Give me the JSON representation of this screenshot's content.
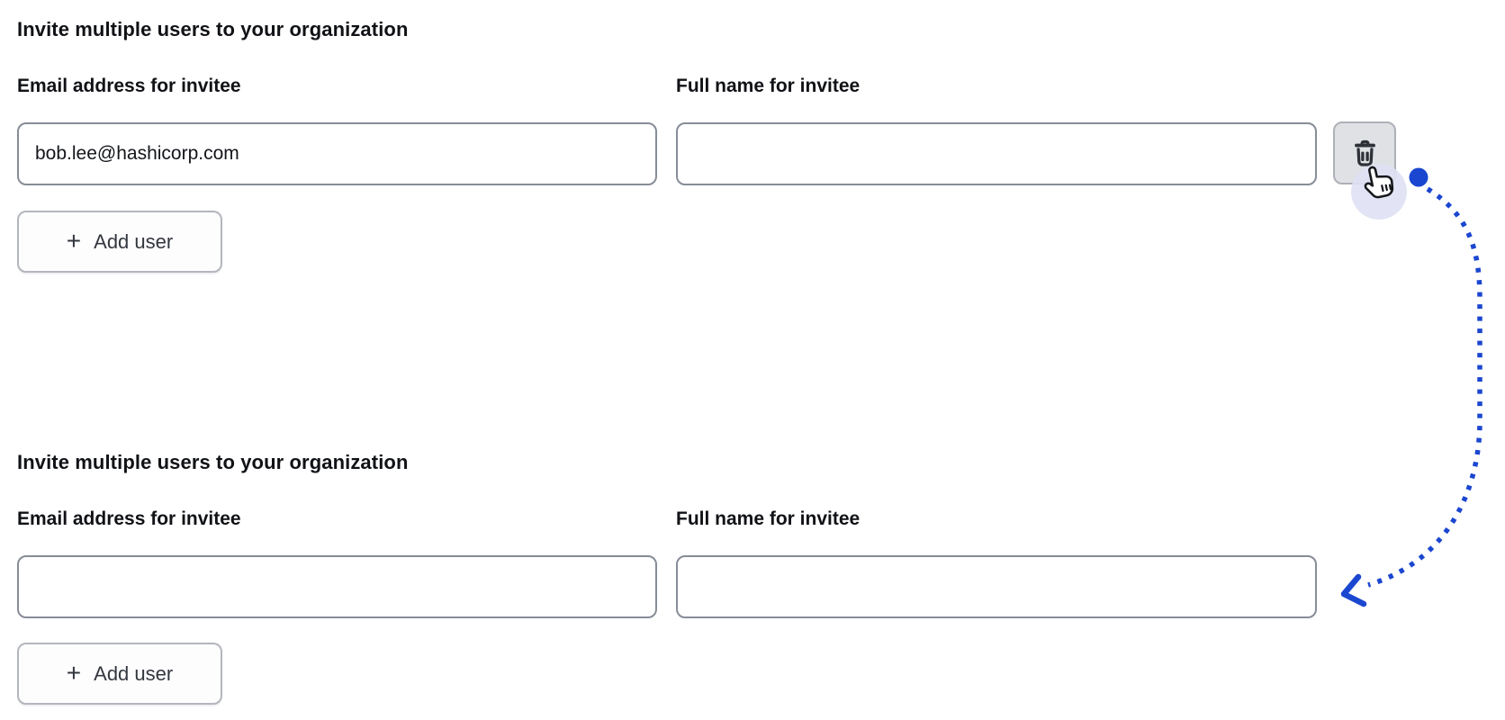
{
  "page": {
    "background": "#ffffff"
  },
  "colors": {
    "arrow_blue": "#1a46d0",
    "halo_lavender": "#dfe1f4",
    "input_border": "#878d97",
    "button_border": "#b3b6bd",
    "delete_button_bg": "#dfe1e5",
    "heading_text": "#101216"
  },
  "icons": {
    "plus_glyph": "+",
    "delete": "trash-icon",
    "cursor": "pointer-cursor-icon",
    "annotation": "dotted-arrow"
  },
  "sections": [
    {
      "heading": "Invite multiple users to your organization",
      "email_label": "Email address for invitee",
      "name_label": "Full name for invitee",
      "email_value": "bob.lee@hashicorp.com",
      "name_value": "",
      "add_user_label": "Add user"
    },
    {
      "heading": "Invite multiple users to your organization",
      "email_label": "Email address for invitee",
      "name_label": "Full name for invitee",
      "email_value": "",
      "name_value": "",
      "add_user_label": "Add user"
    }
  ]
}
